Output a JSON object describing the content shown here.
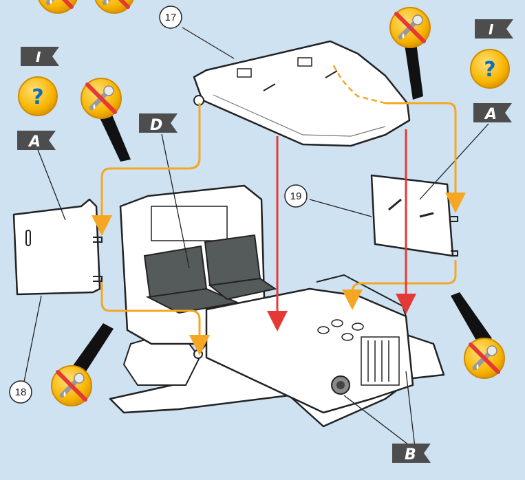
{
  "parts": {
    "roof": "17",
    "left_door": "18",
    "right_door": "19"
  },
  "flags": {
    "instructions": "I",
    "attach": "A",
    "detail": "D",
    "base": "B"
  },
  "help_symbol": "?",
  "icons": {
    "no_glue": "no-glue-icon",
    "help": "question-badge-icon",
    "flag": "flag-icon"
  },
  "colors": {
    "background": "#cfe2f2",
    "guide_arrow": "#f5a623",
    "drop_arrow": "#e53935",
    "badge": "#f7b500",
    "flag": "#4d4d4d",
    "seat": "#555b5b"
  }
}
